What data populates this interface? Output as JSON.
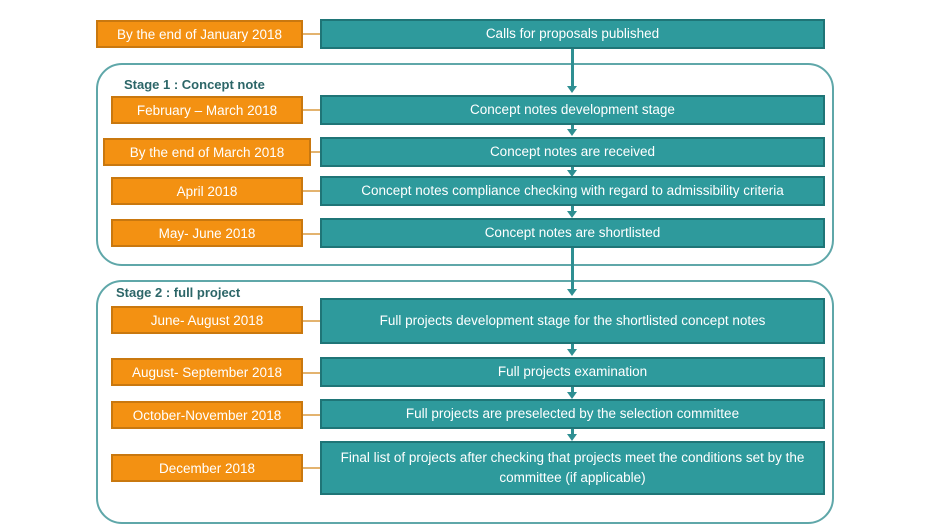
{
  "top": {
    "date": "By the end of January 2018",
    "step": "Calls for proposals published"
  },
  "stage1": {
    "title": "Stage 1 : Concept note",
    "rows": [
      {
        "date": "February – March 2018",
        "step": "Concept notes development stage"
      },
      {
        "date": "By the end of March 2018",
        "step": "Concept notes are received"
      },
      {
        "date": "April 2018",
        "step": "Concept notes compliance checking with regard to admissibility criteria"
      },
      {
        "date": "May- June 2018",
        "step": "Concept notes are shortlisted"
      }
    ]
  },
  "stage2": {
    "title": "Stage 2 : full project",
    "rows": [
      {
        "date": "June- August 2018",
        "step": "Full projects development stage for the shortlisted concept notes"
      },
      {
        "date": "August- September 2018",
        "step": "Full projects examination"
      },
      {
        "date": "October-November 2018",
        "step": "Full projects are preselected by the selection committee"
      },
      {
        "date": "December 2018",
        "step": "Final list of projects after checking that projects meet the conditions set by the committee (if applicable)"
      }
    ]
  },
  "colors": {
    "date_fill": "#f39112",
    "step_fill": "#2e9a9c",
    "stage_border": "#5fa7a9"
  }
}
